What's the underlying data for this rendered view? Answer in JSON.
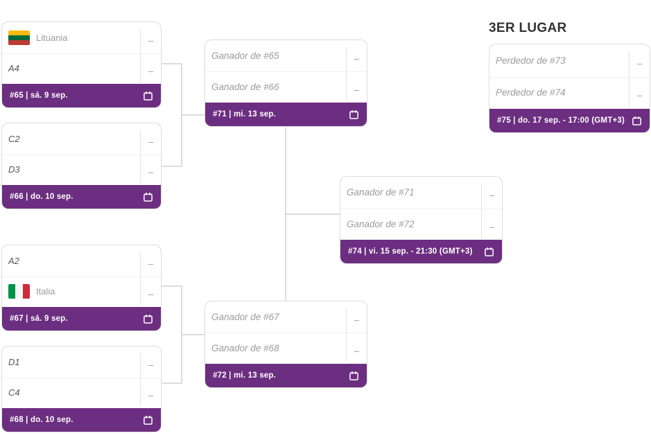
{
  "heading": {
    "third_place": "3ER LUGAR"
  },
  "colors": {
    "accent_purple": "#6c2e80",
    "card_border": "#dcdcdc",
    "connector_line": "#dcdcdc",
    "placeholder_text": "#9b9b9b",
    "seed_text": "#555555",
    "heading_text": "#333333",
    "score_dash": "#999999",
    "footer_text": "#ffffff"
  },
  "flags": {
    "lithuania": {
      "orientation": "horizontal",
      "colors": [
        "#fdb913",
        "#046a38",
        "#be3a34"
      ]
    },
    "italy": {
      "orientation": "vertical",
      "colors": [
        "#009246",
        "#f6f6f4",
        "#ce2b37"
      ]
    }
  },
  "matches": [
    {
      "id": "#65",
      "footer": "#65 | sá. 9 sep.",
      "home": {
        "label": "Lituania",
        "score": "–"
      },
      "away": {
        "label": "A4",
        "score": "–"
      }
    },
    {
      "id": "#66",
      "footer": "#66 | do. 10 sep.",
      "home": {
        "label": "C2",
        "score": "–"
      },
      "away": {
        "label": "D3",
        "score": "–"
      }
    },
    {
      "id": "#67",
      "footer": "#67 | sá. 9 sep.",
      "home": {
        "label": "A2",
        "score": "–"
      },
      "away": {
        "label": "Italia",
        "score": "–"
      }
    },
    {
      "id": "#68",
      "footer": "#68 | do. 10 sep.",
      "home": {
        "label": "D1",
        "score": "–"
      },
      "away": {
        "label": "C4",
        "score": "–"
      }
    },
    {
      "id": "#71",
      "footer": "#71 | mi. 13 sep.",
      "home": {
        "label": "Ganador de #65",
        "score": "–"
      },
      "away": {
        "label": "Ganador de #66",
        "score": "–"
      }
    },
    {
      "id": "#72",
      "footer": "#72 | mi. 13 sep.",
      "home": {
        "label": "Ganador de #67",
        "score": "–"
      },
      "away": {
        "label": "Ganador de #68",
        "score": "–"
      }
    },
    {
      "id": "#74",
      "footer": "#74 | vi. 15 sep. - 21:30 (GMT+3)",
      "home": {
        "label": "Ganador de #71",
        "score": "–"
      },
      "away": {
        "label": "Ganador de #72",
        "score": "–"
      }
    },
    {
      "id": "#75",
      "footer": "#75 | do. 17 sep. - 17:00 (GMT+3)",
      "home": {
        "label": "Perdedor de #73",
        "score": "–"
      },
      "away": {
        "label": "Perdedor de #74",
        "score": "–"
      }
    }
  ]
}
